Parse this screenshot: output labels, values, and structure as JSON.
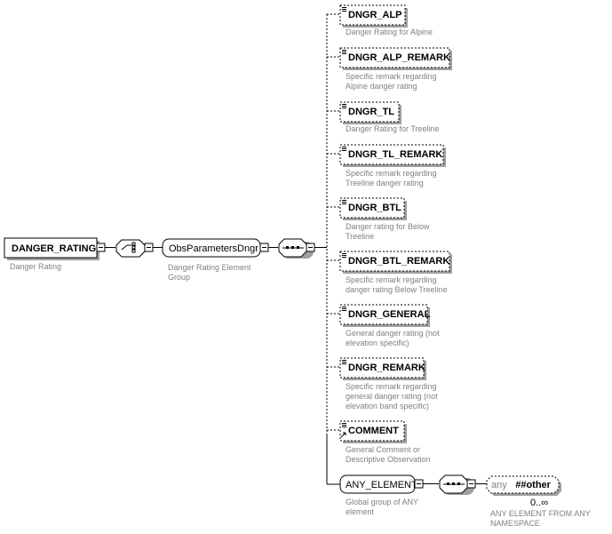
{
  "root": {
    "name": "DANGER_RATING",
    "description": [
      "Danger Rating"
    ]
  },
  "group": {
    "name": "ObsParametersDngr",
    "description": [
      "Danger Rating Element",
      "Group"
    ]
  },
  "elements": [
    {
      "name": "DNGR_ALP",
      "description": [
        "Danger Rating for Alpine"
      ]
    },
    {
      "name": "DNGR_ALP_REMARK",
      "description": [
        "Specific remark regarding",
        "Alpine danger rating"
      ]
    },
    {
      "name": "DNGR_TL",
      "description": [
        "Danger Rating for Treeline"
      ]
    },
    {
      "name": "DNGR_TL_REMARK",
      "description": [
        "Specific remark regarding",
        "Treeline danger rating"
      ]
    },
    {
      "name": "DNGR_BTL",
      "description": [
        "Danger rating for Below",
        "Treeline"
      ]
    },
    {
      "name": "DNGR_BTL_REMARK",
      "description": [
        "Specific remark regarding",
        "danger rating Below Treeline"
      ]
    },
    {
      "name": "DNGR_GENERAL",
      "description": [
        "General danger rating (not",
        "elevation specific)"
      ]
    },
    {
      "name": "DNGR_REMARK",
      "description": [
        "Specific remark regarding",
        "general danger rating (not",
        "elevation band specific)"
      ]
    },
    {
      "name": "COMMENT",
      "description": [
        "General Comment or",
        "Descriptive Observation"
      ]
    }
  ],
  "any_group": {
    "name": "ANY_ELEMENT",
    "description": [
      "Global group of ANY",
      "element"
    ]
  },
  "wildcard": {
    "prefix": "any",
    "namespace": "##other",
    "occurrence": "0..∞",
    "description": [
      "ANY ELEMENT FROM ANY",
      "NAMESPACE"
    ]
  }
}
